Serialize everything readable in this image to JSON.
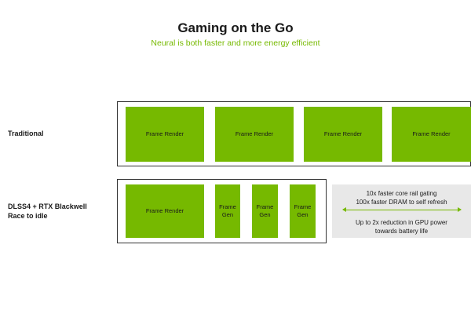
{
  "header": {
    "title": "Gaming on the Go",
    "subtitle": "Neural is both faster and more energy efficient"
  },
  "rows": {
    "traditional": {
      "label": "Traditional",
      "blocks": [
        "Frame Render",
        "Frame Render",
        "Frame Render",
        "Frame Render"
      ]
    },
    "dlss": {
      "label_line1": "DLSS4 + RTX Blackwell",
      "label_line2": "Race to idle",
      "render_block": "Frame Render",
      "gen_blocks": [
        {
          "line1": "Frame",
          "line2": "Gen"
        },
        {
          "line1": "Frame",
          "line2": "Gen"
        },
        {
          "line1": "Frame",
          "line2": "Gen"
        }
      ]
    }
  },
  "info": {
    "line1": "10x faster core rail gating",
    "line2": "100x faster DRAM to self refresh",
    "line3": "Up to 2x reduction in GPU power",
    "line4": "towards battery life"
  },
  "colors": {
    "accent": "#76b900",
    "info_bg": "#e8e8e8"
  }
}
